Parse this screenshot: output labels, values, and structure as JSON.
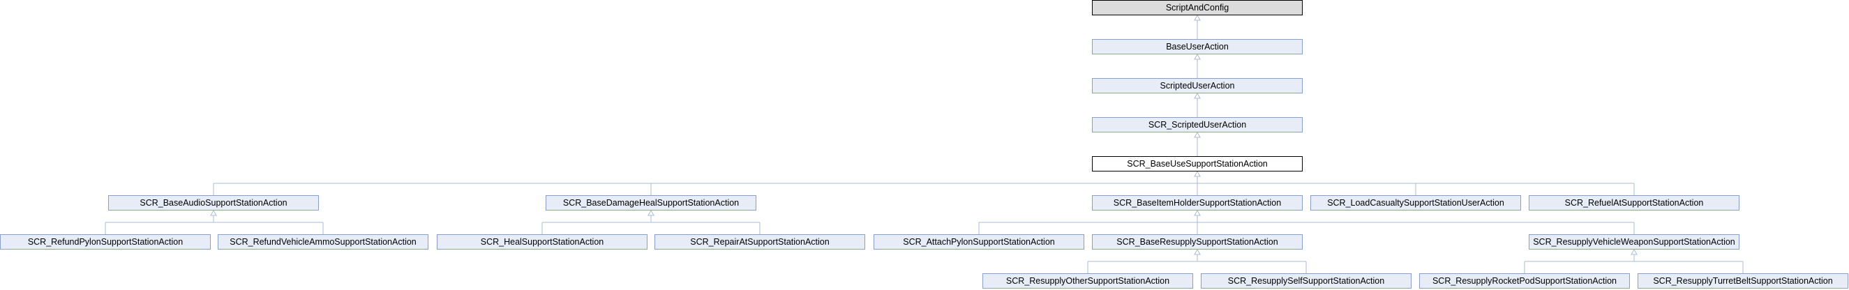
{
  "diagram": {
    "colors": {
      "node_fill": "#e8ecf6",
      "node_border": "#8b9fc6",
      "root_fill": "#dcdcdc",
      "focus_fill": "#ffffff",
      "emphasis_border": "#000000",
      "edge": "#a9bbd9"
    },
    "nodes": [
      {
        "id": "n0",
        "label": "ScriptAndConfig",
        "style": "root"
      },
      {
        "id": "n1",
        "label": "BaseUserAction",
        "style": "normal"
      },
      {
        "id": "n2",
        "label": "ScriptedUserAction",
        "style": "normal"
      },
      {
        "id": "n3",
        "label": "SCR_ScriptedUserAction",
        "style": "normal"
      },
      {
        "id": "n4",
        "label": "SCR_BaseUseSupportStationAction",
        "style": "focus"
      },
      {
        "id": "n5",
        "label": "SCR_BaseAudioSupportStationAction",
        "style": "normal"
      },
      {
        "id": "n6",
        "label": "SCR_BaseDamageHealSupportStationAction",
        "style": "normal"
      },
      {
        "id": "n7",
        "label": "SCR_BaseItemHolderSupportStationAction",
        "style": "normal"
      },
      {
        "id": "n8",
        "label": "SCR_LoadCasualtySupportStationUserAction",
        "style": "normal"
      },
      {
        "id": "n9",
        "label": "SCR_RefuelAtSupportStationAction",
        "style": "normal"
      },
      {
        "id": "n10",
        "label": "SCR_RefundPylonSupportStationAction",
        "style": "normal"
      },
      {
        "id": "n11",
        "label": "SCR_RefundVehicleAmmoSupportStationAction",
        "style": "normal"
      },
      {
        "id": "n12",
        "label": "SCR_HealSupportStationAction",
        "style": "normal"
      },
      {
        "id": "n13",
        "label": "SCR_RepairAtSupportStationAction",
        "style": "normal"
      },
      {
        "id": "n14",
        "label": "SCR_AttachPylonSupportStationAction",
        "style": "normal"
      },
      {
        "id": "n15",
        "label": "SCR_BaseResupplySupportStationAction",
        "style": "normal"
      },
      {
        "id": "n16",
        "label": "SCR_ResupplyVehicleWeaponSupportStationAction",
        "style": "normal"
      },
      {
        "id": "n17",
        "label": "SCR_ResupplyOtherSupportStationAction",
        "style": "normal"
      },
      {
        "id": "n18",
        "label": "SCR_ResupplySelfSupportStationAction",
        "style": "normal"
      },
      {
        "id": "n19",
        "label": "SCR_ResupplyRocketPodSupportStationAction",
        "style": "normal"
      },
      {
        "id": "n20",
        "label": "SCR_ResupplyTurretBeltSupportStationAction",
        "style": "normal"
      }
    ],
    "edges": [
      {
        "from": "n0",
        "to": "n1"
      },
      {
        "from": "n1",
        "to": "n2"
      },
      {
        "from": "n2",
        "to": "n3"
      },
      {
        "from": "n3",
        "to": "n4"
      },
      {
        "from": "n4",
        "to": "n5"
      },
      {
        "from": "n4",
        "to": "n6"
      },
      {
        "from": "n4",
        "to": "n7"
      },
      {
        "from": "n4",
        "to": "n8"
      },
      {
        "from": "n4",
        "to": "n9"
      },
      {
        "from": "n5",
        "to": "n10"
      },
      {
        "from": "n5",
        "to": "n11"
      },
      {
        "from": "n6",
        "to": "n12"
      },
      {
        "from": "n6",
        "to": "n13"
      },
      {
        "from": "n7",
        "to": "n14"
      },
      {
        "from": "n7",
        "to": "n15"
      },
      {
        "from": "n7",
        "to": "n16"
      },
      {
        "from": "n15",
        "to": "n17"
      },
      {
        "from": "n15",
        "to": "n18"
      },
      {
        "from": "n16",
        "to": "n19"
      },
      {
        "from": "n16",
        "to": "n20"
      }
    ]
  }
}
